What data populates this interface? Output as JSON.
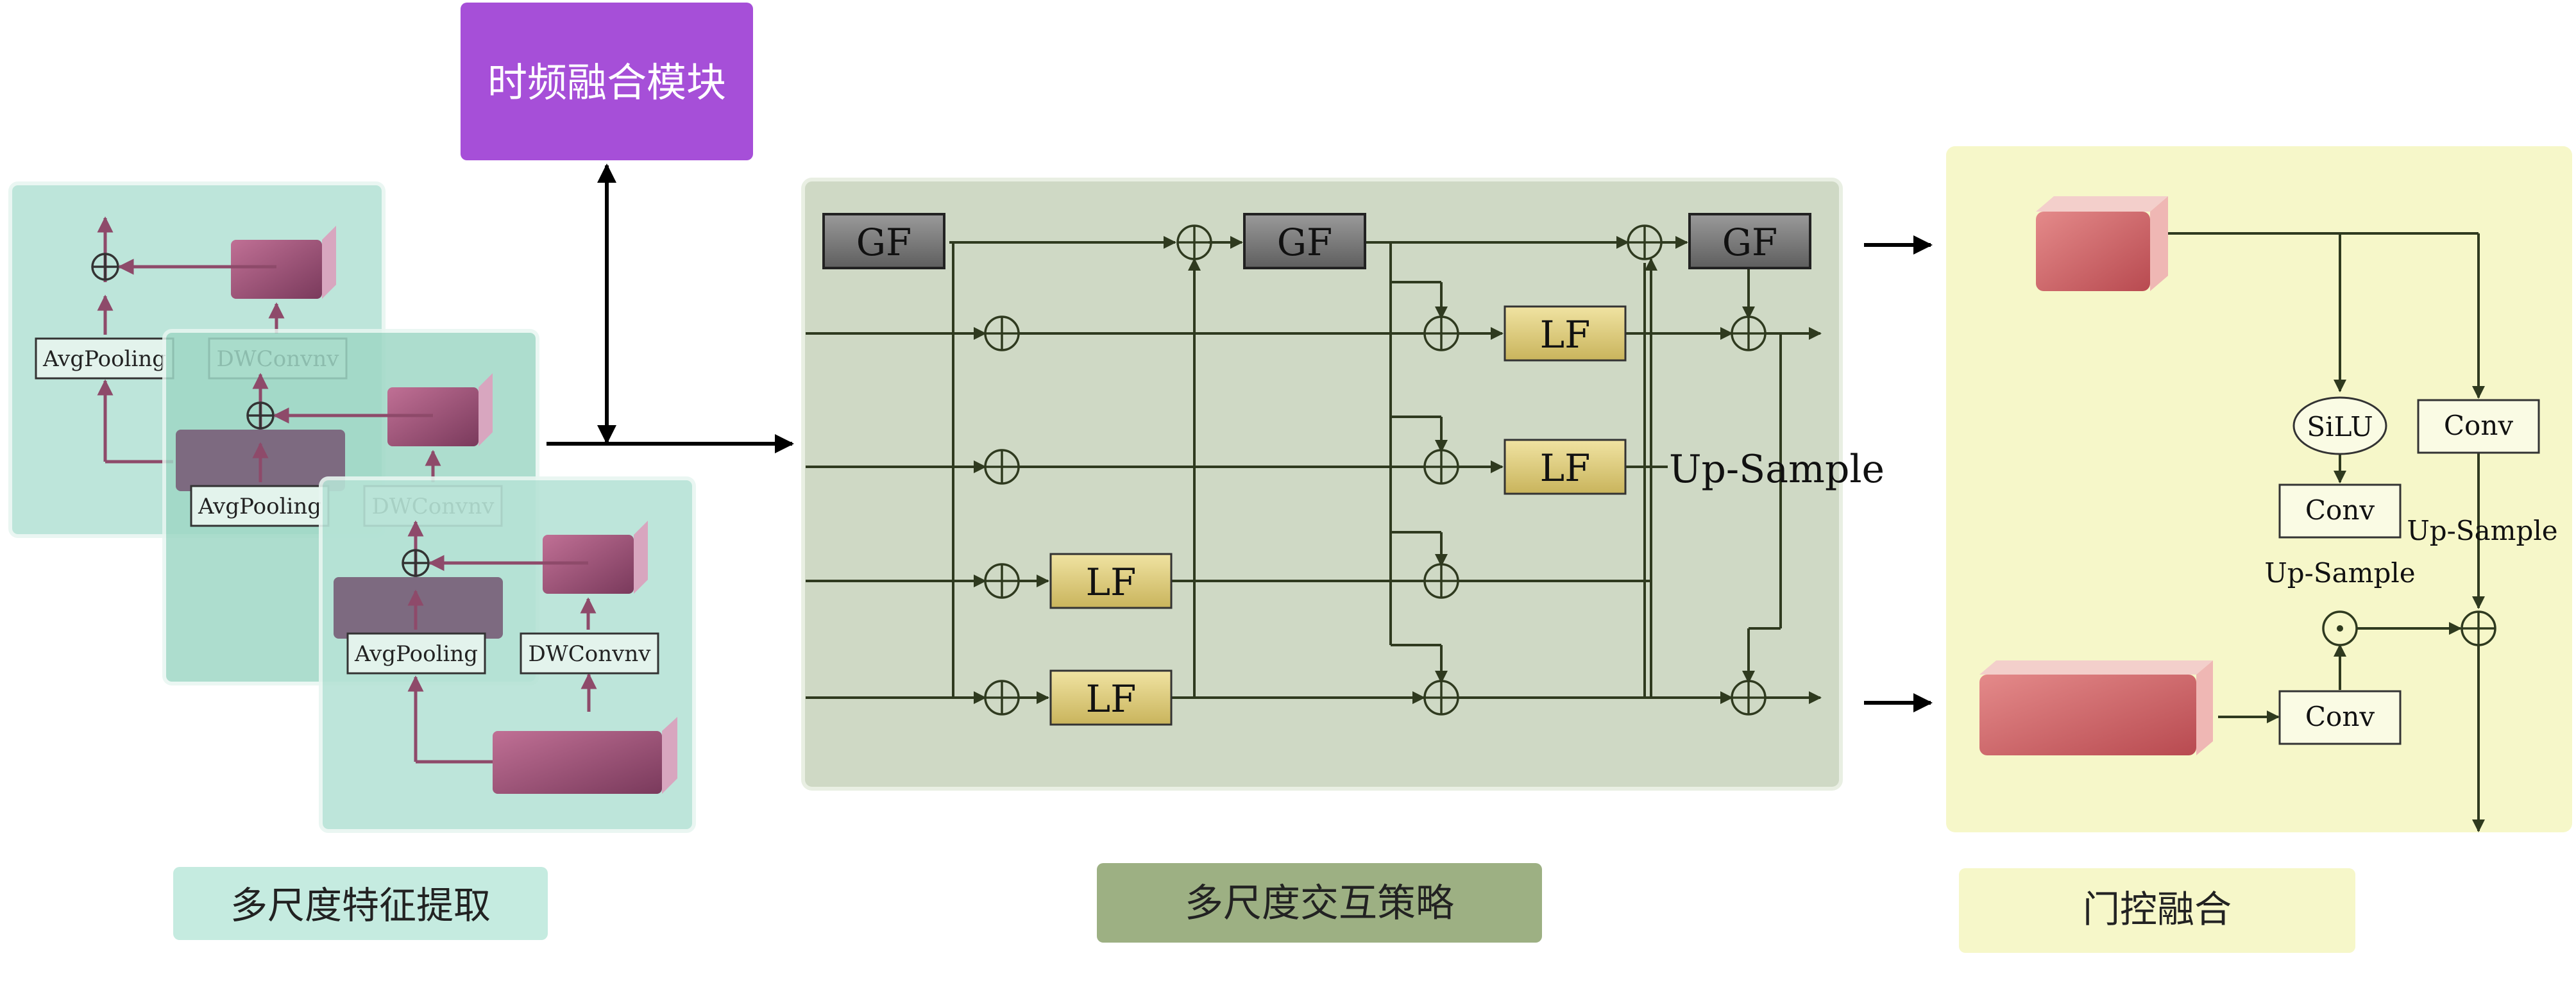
{
  "top_module": {
    "label": "时频融合模块",
    "color": "#a64fd8"
  },
  "extraction": {
    "caption": "多尺度特征提取",
    "avgpool_label": "AvgPooling",
    "dwconv_label": "DWConvnv",
    "panel_color": "#b6e3d6",
    "accent_color": "#8e4a6a"
  },
  "interaction": {
    "caption": "多尺度交互策略",
    "gf_label": "GF",
    "lf_label": "LF",
    "upsample_label": "Up-Sample",
    "panel_color": "#cfd9c5"
  },
  "gating": {
    "caption": "门控融合",
    "silu_label": "SiLU",
    "conv_label": "Conv",
    "upsample_label": "Up-Sample",
    "panel_color": "#f6f7c9"
  }
}
